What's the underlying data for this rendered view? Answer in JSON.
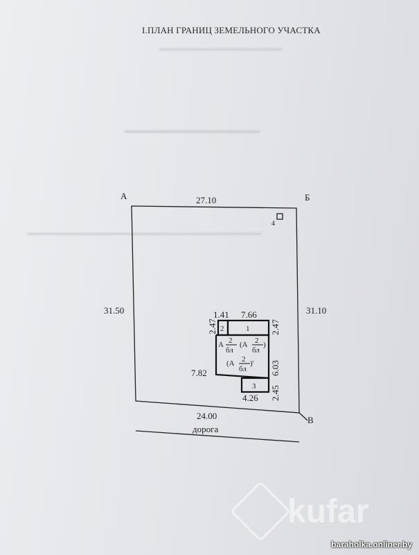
{
  "document": {
    "title": "I.ПЛАН ГРАНИЦ ЗЕМЕЛЬНОГО УЧАСТКА",
    "corners": {
      "a": "А",
      "b": "Б",
      "v": "В"
    },
    "boundaries": {
      "top": "27.10",
      "left": "31.50",
      "right": "31.10",
      "bottom": "24.00"
    },
    "road_label": "дорога",
    "point_label": "4",
    "building": {
      "dims": {
        "top_small": "1.41",
        "top_main": "7.66",
        "left_top": "2.47",
        "right_top": "2.47",
        "right_main": "6.03",
        "left_main": "7.82",
        "right_bottom": "2.45",
        "bottom": "4.26"
      },
      "rooms": {
        "r1": "1",
        "r2": "2",
        "r3": "3"
      },
      "labels": {
        "a_prefix": "А",
        "frac_num": "2",
        "frac_den": "бл",
        "paren_open": "(А",
        "paren_close": ")",
        "paren_close_prime": ")'"
      }
    }
  },
  "watermark": {
    "brand": "kufar",
    "site": "baraholka.onliner.by"
  }
}
